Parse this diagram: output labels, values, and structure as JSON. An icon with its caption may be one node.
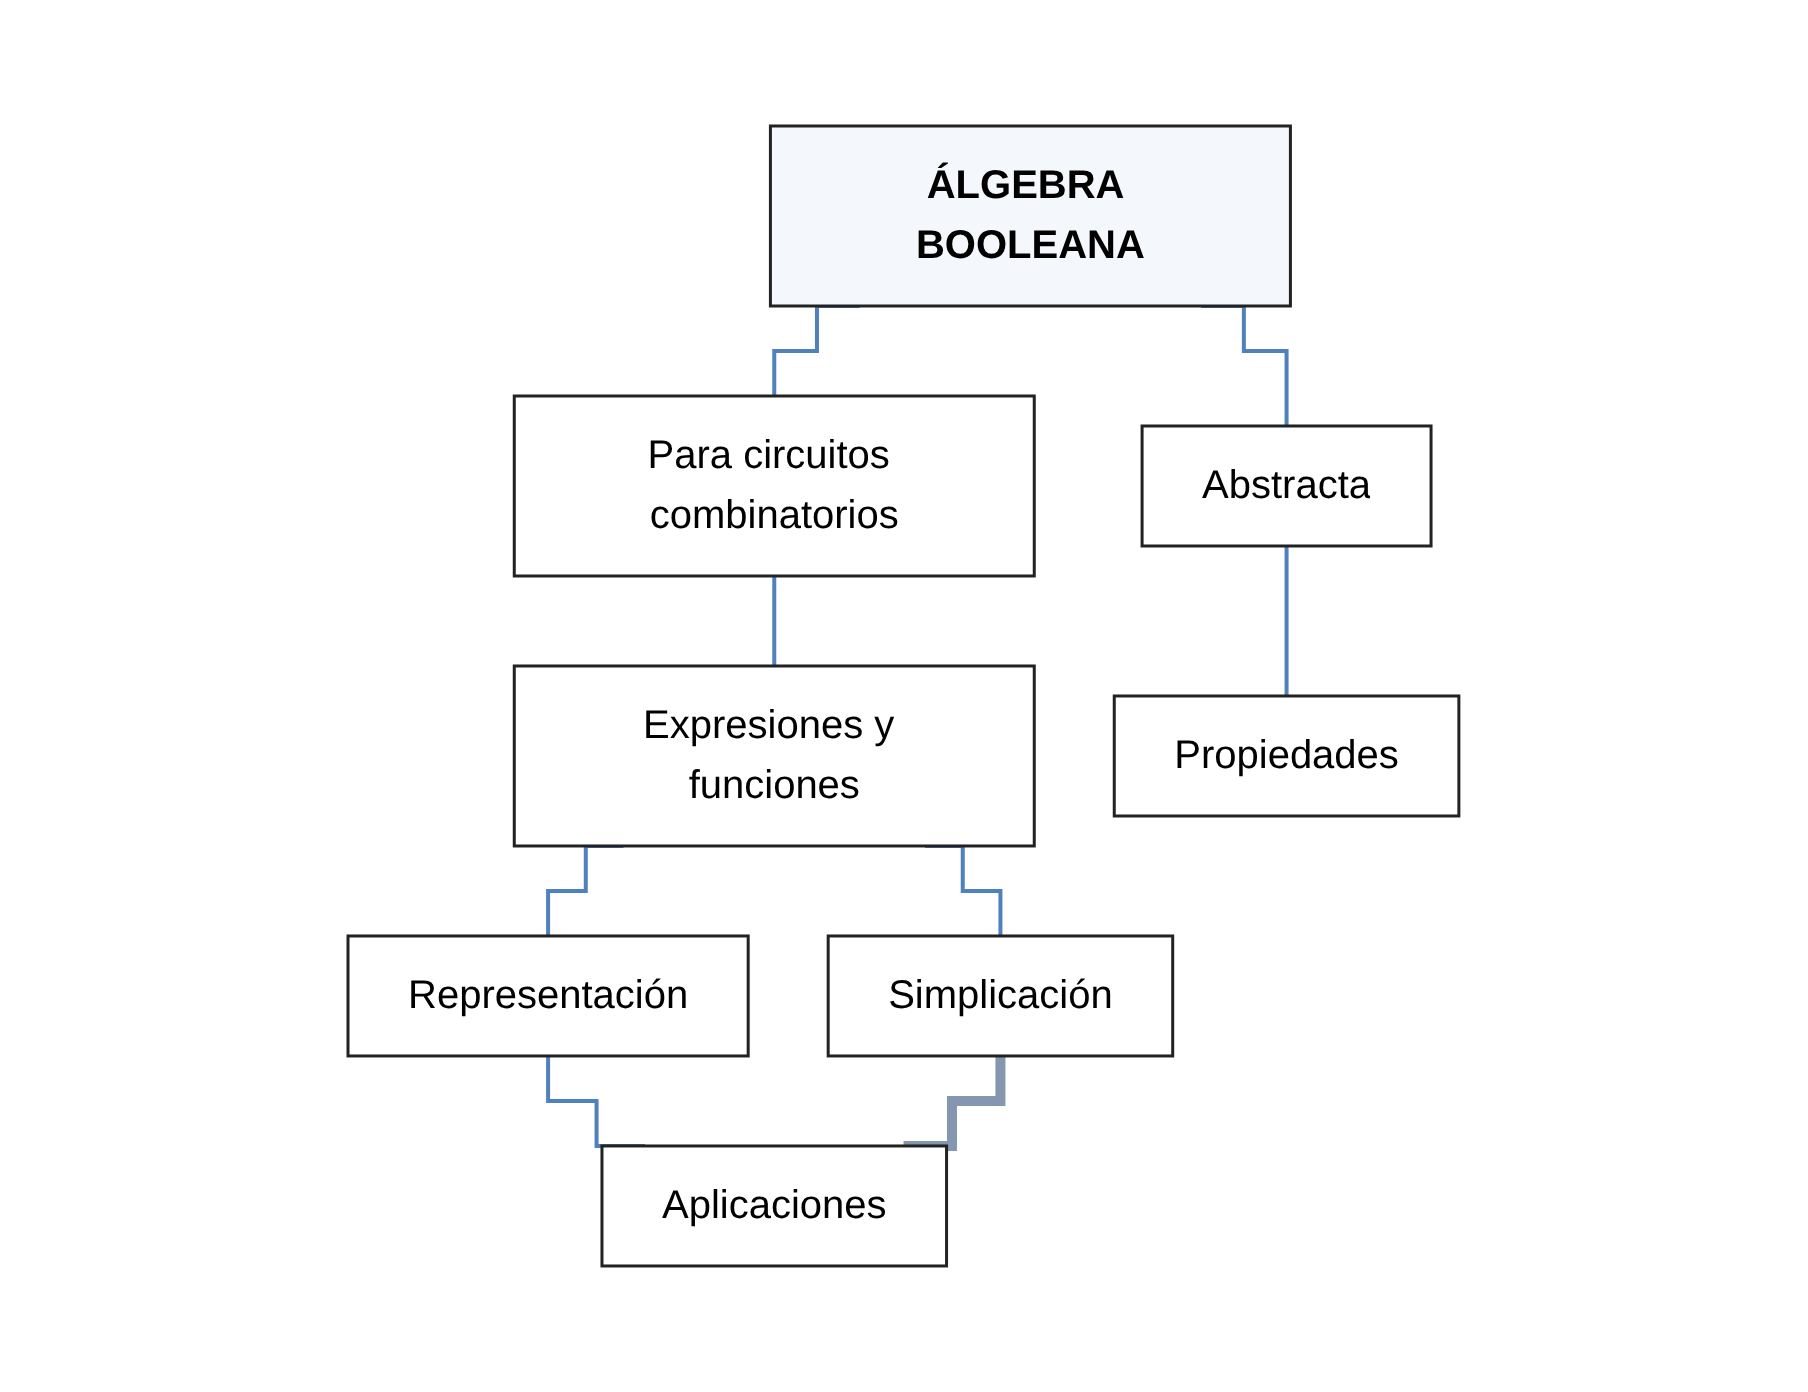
{
  "diagram": {
    "nodes": [
      {
        "text": [
          "ÁLGEBRA BOOLEANA"
        ]
      },
      {
        "text": [
          "Para circuitos combinatorios"
        ]
      },
      {
        "text": [
          "Abstracta"
        ]
      },
      {
        "text": [
          "Expresiones y funciones"
        ]
      },
      {
        "text": [
          "Propiedades"
        ]
      },
      {
        "text": [
          "Representación"
        ]
      },
      {
        "text": [
          "Simplicación"
        ]
      },
      {
        "text": [
          "Aplicaciones"
        ]
      }
    ],
    "edges": [
      {
        "from": 0,
        "to": 1,
        "arrow": "none"
      },
      {
        "from": 0,
        "to": 2,
        "arrow": "none"
      },
      {
        "from": 1,
        "to": 3,
        "arrow": "none"
      },
      {
        "from": 2,
        "to": 4,
        "arrow": "none"
      },
      {
        "from": 3,
        "to": 5,
        "arrow": "none"
      },
      {
        "from": 3,
        "to": 6,
        "arrow": "none"
      },
      {
        "from": 5,
        "to": 7,
        "arrow": "none"
      },
      {
        "from": 6,
        "to": 7,
        "arrow": "none",
        "style": "thick",
        "color": "#8496b0"
      }
    ]
  }
}
